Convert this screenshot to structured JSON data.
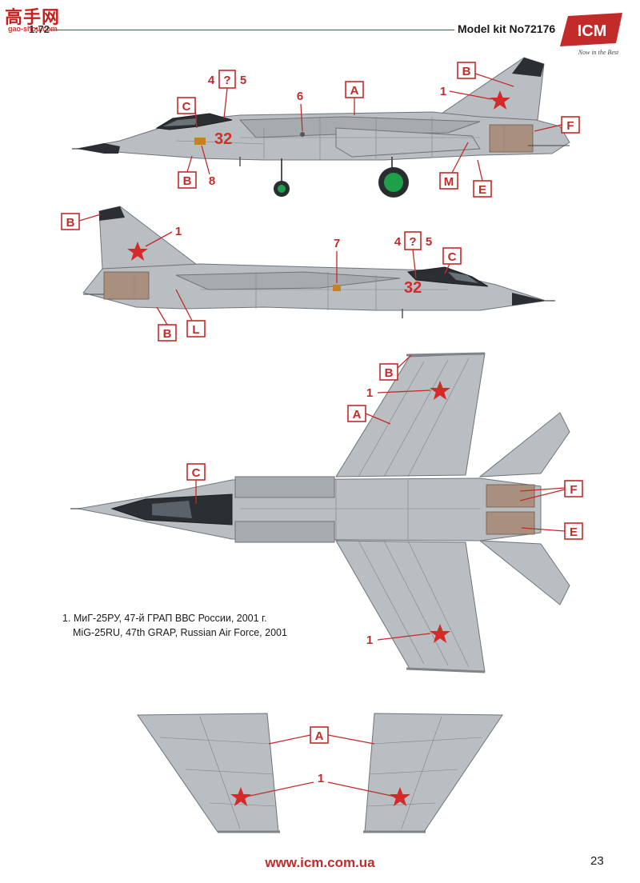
{
  "header": {
    "watermark": "高手网",
    "watermark_sub": "gao-shou.com",
    "scale": "1:72",
    "model_kit": "Model kit No72176",
    "logo_text": "ICM",
    "logo_tagline": "Now in the Best"
  },
  "callouts": {
    "side_left": [
      "A",
      "B",
      "B",
      "C",
      "E",
      "F",
      "M"
    ],
    "side_right": [
      "B",
      "B",
      "C",
      "L"
    ],
    "top": [
      "A",
      "B",
      "C",
      "E",
      "F"
    ],
    "wings": [
      "A"
    ]
  },
  "numbers": {
    "n1": "1",
    "n4": "4",
    "n5": "5",
    "n6": "6",
    "n7": "7",
    "n8": "8",
    "q": "?"
  },
  "bort_number": "32",
  "caption": {
    "line1": "1. МиГ-25РУ, 47-й ГРАП ВВС России, 2001 г.",
    "line2": "MiG-25RU, 47th GRAP, Russian Air Force, 2001"
  },
  "footer": {
    "website": "www.icm.com.ua",
    "page_number": "23"
  },
  "colors": {
    "accent": "#c32a2a",
    "aircraft_grey": "#b9bec2",
    "star_red": "#d62a2a",
    "nozzle_tan": "#a88f7e"
  }
}
